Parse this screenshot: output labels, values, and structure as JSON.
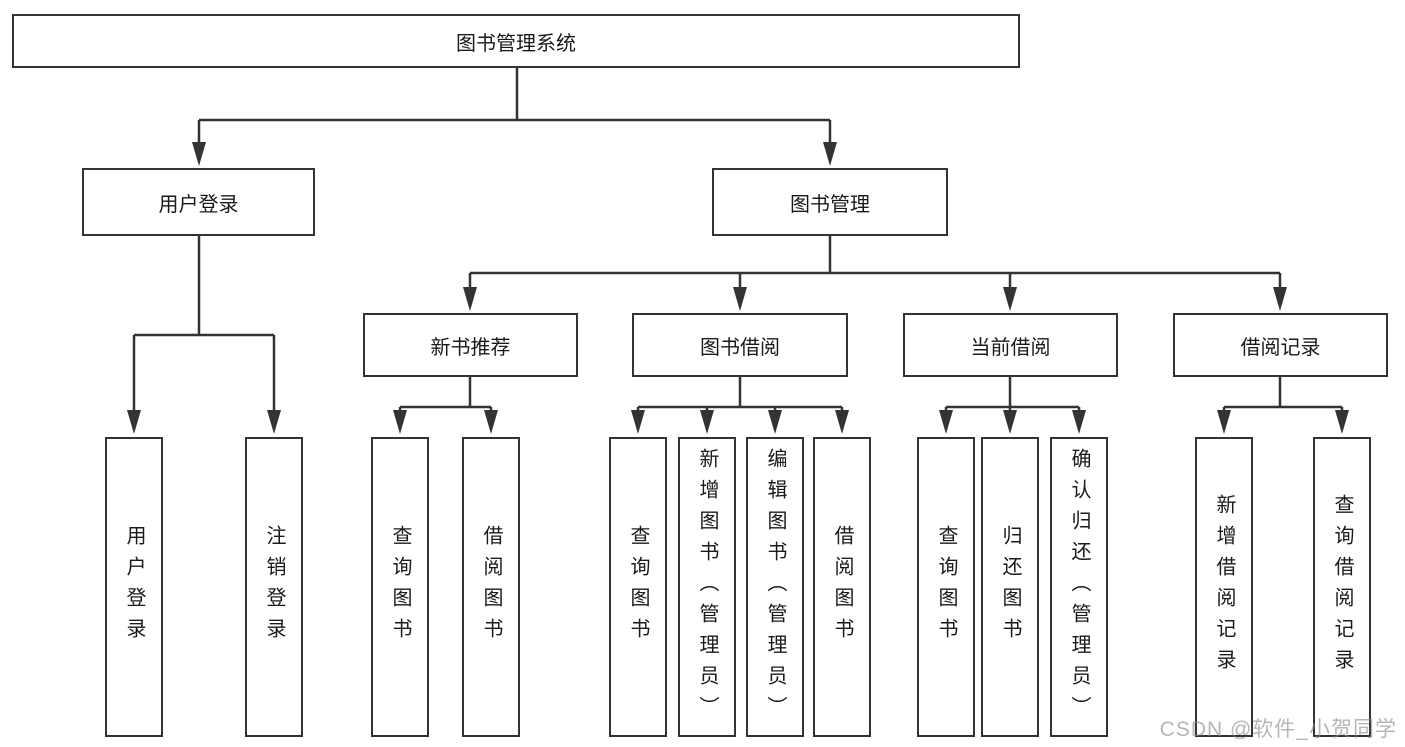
{
  "diagram": {
    "root": {
      "label": "图书管理系统"
    },
    "branches": [
      {
        "label": "用户登录",
        "children": [
          {
            "label": "用户登录"
          },
          {
            "label": "注销登录"
          }
        ]
      },
      {
        "label": "图书管理",
        "children": [
          {
            "label": "新书推荐",
            "children": [
              {
                "label": "查询图书"
              },
              {
                "label": "借阅图书"
              }
            ]
          },
          {
            "label": "图书借阅",
            "children": [
              {
                "label": "查询图书"
              },
              {
                "label": "新增图书（管理员）"
              },
              {
                "label": "编辑图书（管理员）"
              },
              {
                "label": "借阅图书"
              }
            ]
          },
          {
            "label": "当前借阅",
            "children": [
              {
                "label": "查询图书"
              },
              {
                "label": "归还图书"
              },
              {
                "label": "确认归还（管理员）"
              }
            ]
          },
          {
            "label": "借阅记录",
            "children": [
              {
                "label": "新增借阅记录"
              },
              {
                "label": "查询借阅记录"
              }
            ]
          }
        ]
      }
    ],
    "watermark": "CSDN @软件_小贺同学",
    "colors": {
      "line": "#333333",
      "box_background": "#ffffff",
      "text": "#1a1a1a",
      "watermark_gray": "#87878f"
    }
  }
}
